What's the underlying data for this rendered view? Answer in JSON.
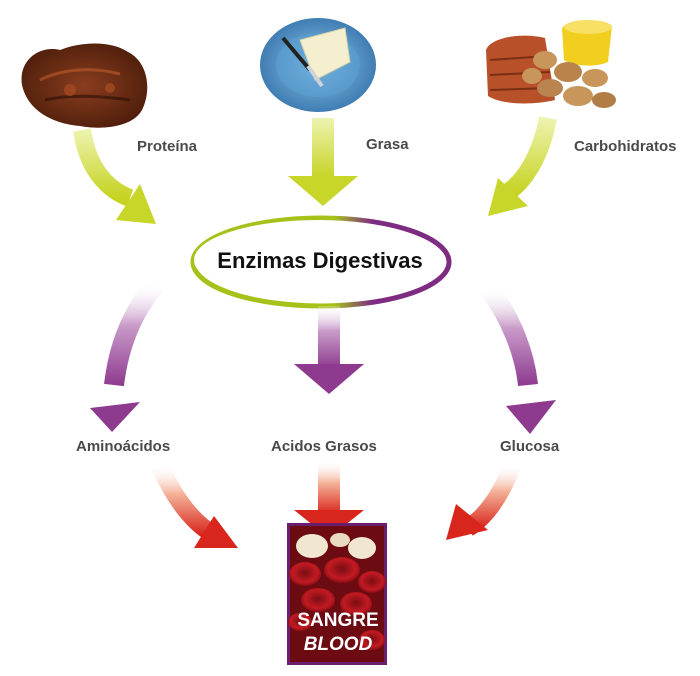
{
  "foods": {
    "protein": "Proteína",
    "fat": "Grasa",
    "carbs": "Carbohidratos"
  },
  "center": "Enzimas Digestivas",
  "products": {
    "amino": "Aminoácidos",
    "fatty": "Acidos Grasos",
    "glucose": "Glucosa"
  },
  "blood": {
    "line1": "SANGRE",
    "line2": "BLOOD"
  },
  "colors": {
    "yellow_arrow": "#c8d62a",
    "purple_arrow": "#8e3b8f",
    "red_arrow": "#d9261c",
    "ellipse_green": "#a6c21a",
    "ellipse_purple": "#7d2c82",
    "blood_frame": "#6a1f6e"
  }
}
